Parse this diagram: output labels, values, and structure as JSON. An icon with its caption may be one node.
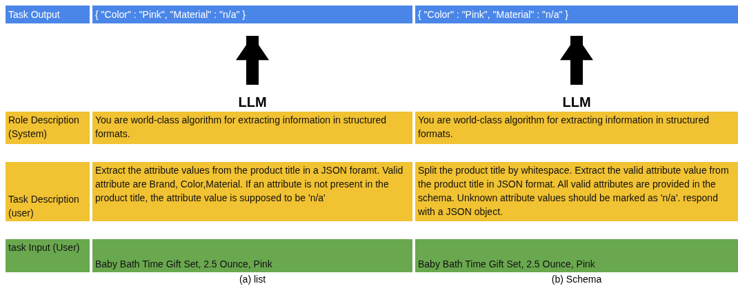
{
  "diagram": {
    "nodes": [
      {
        "text": [
          "Task Output"
        ]
      },
      {
        "text": [
          "{ \"Color\" : \"Pink\", \"Material\" : \"n/a\" }"
        ]
      },
      {
        "text": [
          "{ \"Color\" : \"Pink\", \"Material\" : \"n/a\" }"
        ]
      },
      {
        "text": [
          "LLM"
        ]
      },
      {
        "text": [
          "LLM"
        ]
      },
      {
        "text": [
          "Role Description (System)"
        ]
      },
      {
        "text": [
          "You are world-class algorithm for extracting information in structured formats."
        ]
      },
      {
        "text": [
          "You are world-class algorithm for extracting information in structured formats."
        ]
      },
      {
        "text": [
          "Task Description (user)"
        ]
      },
      {
        "text": [
          "Extract the attribute values from the product title in a JSON foramt. Valid attribute are Brand, Color,Material. If an attribute is not present in the product title, the attribute value is supposed to be 'n/a'"
        ]
      },
      {
        "text": [
          "Split the product title by whitespace. Extract the valid attribute value from the product title in JSON format. All valid attributes are provided in the schema. Unknown attribute values should be marked as 'n/a'. respond with a JSON object."
        ]
      },
      {
        "text": [
          "task Input (User)"
        ]
      },
      {
        "text": [
          "Baby Bath Time Gift Set, 2.5 Ounce, Pink"
        ]
      },
      {
        "text": [
          "Baby Bath Time Gift Set, 2.5 Ounce, Pink"
        ]
      }
    ],
    "edges": [
      {
        "from": 3,
        "to": 1,
        "arrow": "to"
      },
      {
        "from": 4,
        "to": 2,
        "arrow": "to"
      }
    ],
    "labels": [
      "(a) list",
      "(b) Schema"
    ]
  }
}
